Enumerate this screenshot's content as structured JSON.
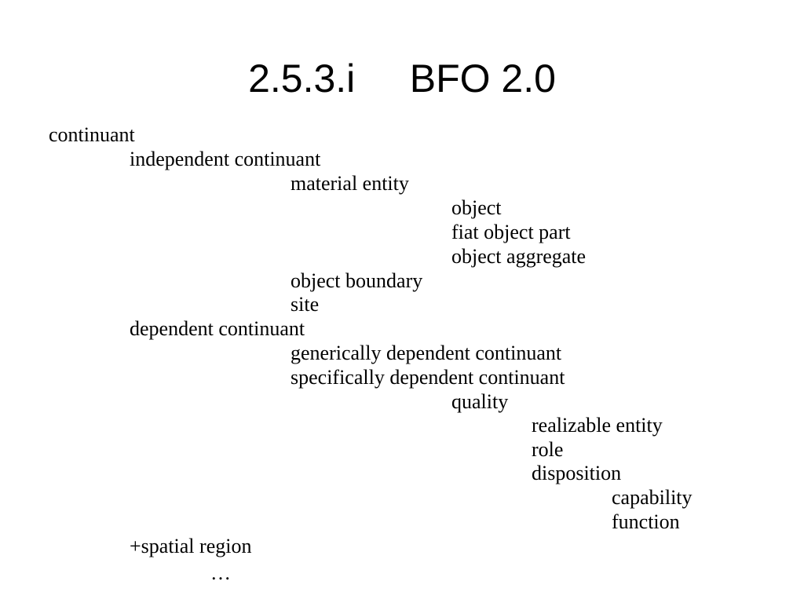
{
  "slide": {
    "title": "2.5.3.i     BFO 2.0",
    "items": [
      {
        "text": "continuant"
      },
      {
        "text": "independent continuant"
      },
      {
        "text": "material entity"
      },
      {
        "text": "object"
      },
      {
        "text": "fiat object part"
      },
      {
        "text": "object aggregate"
      },
      {
        "text": "object boundary"
      },
      {
        "text": "site"
      },
      {
        "text": "dependent continuant"
      },
      {
        "text": "generically dependent continuant"
      },
      {
        "text": "specifically dependent continuant"
      },
      {
        "text": "quality"
      },
      {
        "text": "realizable entity"
      },
      {
        "text": "role"
      },
      {
        "text": "disposition"
      },
      {
        "text": "capability"
      },
      {
        "text": "function"
      },
      {
        "text": "+spatial region"
      },
      {
        "text": "…"
      }
    ]
  }
}
